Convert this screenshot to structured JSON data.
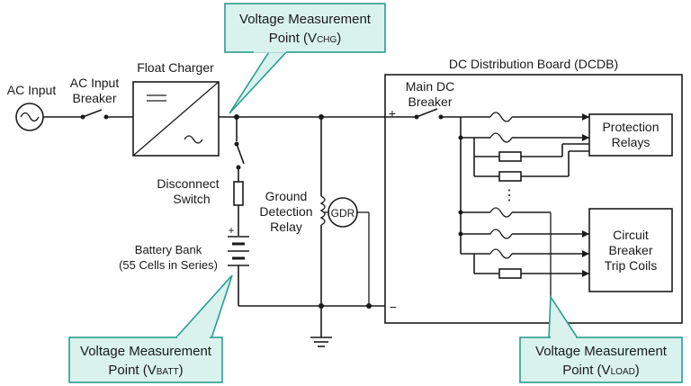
{
  "labels": {
    "ac_input": "AC Input",
    "ac_breaker": [
      "AC Input",
      "Breaker"
    ],
    "float_charger": "Float Charger",
    "disconnect": [
      "Disconnect",
      "Switch"
    ],
    "battery_bank": [
      "Battery Bank",
      "(55 Cells in Series)"
    ],
    "ground_detection": [
      "Ground",
      "Detection",
      "Relay"
    ],
    "gdr": "GDR",
    "dcdb_title": "DC Distribution Board (DCDB)",
    "main_dc_breaker": [
      "Main DC",
      "Breaker"
    ],
    "plus": "+",
    "minus": "−",
    "protection_relays": [
      "Protection",
      "Relays"
    ],
    "trip_coils": [
      "Circuit",
      "Breaker",
      "Trip Coils"
    ],
    "ellipsis": "⋮"
  },
  "callouts": {
    "vchg": {
      "line1": "Voltage Measurement",
      "line2": "Point (V",
      "sub": "CHG",
      "close": ")"
    },
    "vbatt": {
      "line1": "Voltage Measurement",
      "line2": "Point (V",
      "sub": "BATT",
      "close": ")"
    },
    "vload": {
      "line1": "Voltage Measurement",
      "line2": "Point (V",
      "sub": "LOAD",
      "close": ")"
    }
  },
  "colors": {
    "wire": "#1a1a1a",
    "callout_fill": "#d9f2ee",
    "callout_stroke": "#2a9c8e"
  }
}
